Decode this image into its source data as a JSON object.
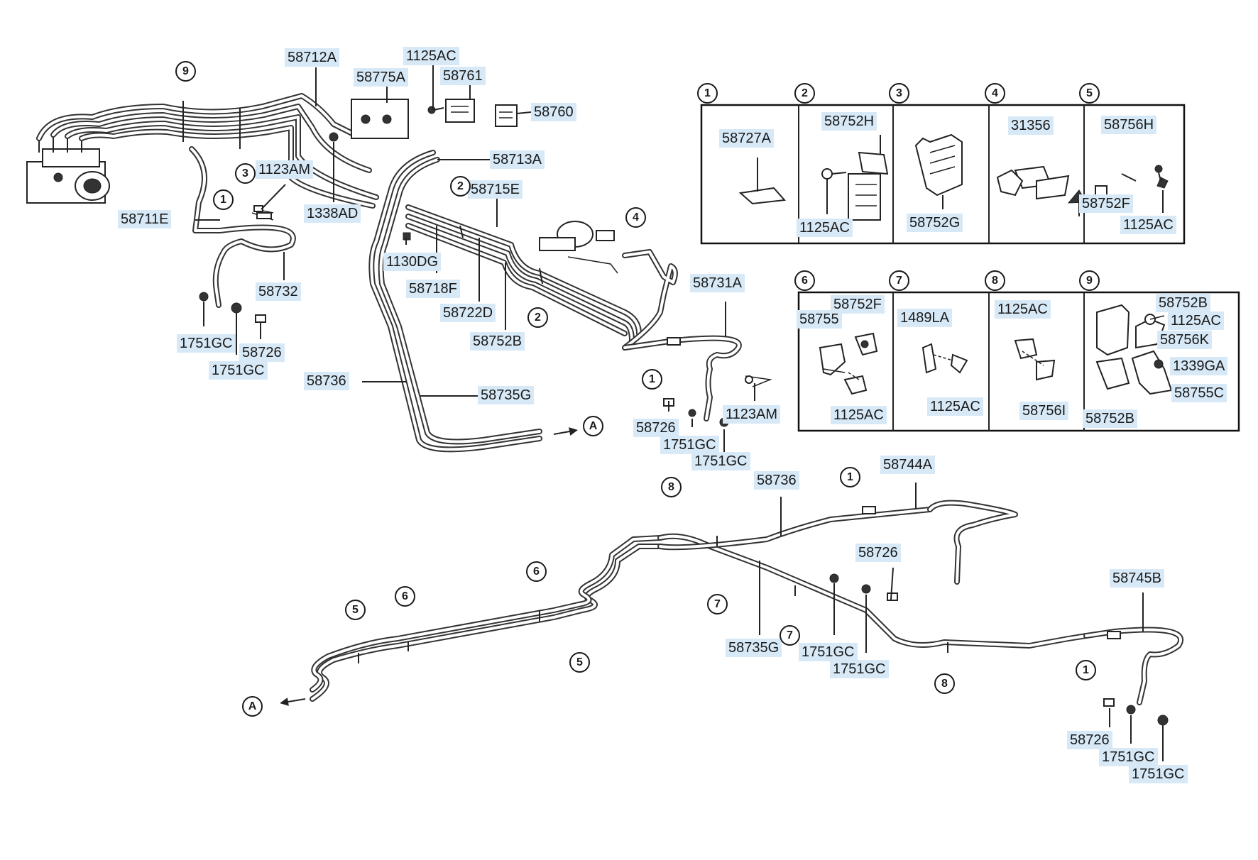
{
  "part_labels": [
    {
      "id": "p01",
      "text": "58712A"
    },
    {
      "id": "p02",
      "text": "1125AC"
    },
    {
      "id": "p03",
      "text": "58775A"
    },
    {
      "id": "p04",
      "text": "58761"
    },
    {
      "id": "p05",
      "text": "58760"
    },
    {
      "id": "p06",
      "text": "58713A"
    },
    {
      "id": "p07",
      "text": "1123AM"
    },
    {
      "id": "p08",
      "text": "58711E"
    },
    {
      "id": "p09",
      "text": "1338AD"
    },
    {
      "id": "p10",
      "text": "58715E"
    },
    {
      "id": "p11",
      "text": "1130DG"
    },
    {
      "id": "p12",
      "text": "58718F"
    },
    {
      "id": "p13",
      "text": "58722D"
    },
    {
      "id": "p14",
      "text": "58752B"
    },
    {
      "id": "p15",
      "text": "58732"
    },
    {
      "id": "p16",
      "text": "1751GC"
    },
    {
      "id": "p17",
      "text": "58726"
    },
    {
      "id": "p18",
      "text": "1751GC"
    },
    {
      "id": "p19",
      "text": "58736"
    },
    {
      "id": "p20",
      "text": "58735G"
    },
    {
      "id": "p21",
      "text": "58731A"
    },
    {
      "id": "p22",
      "text": "58726"
    },
    {
      "id": "p23",
      "text": "1751GC"
    },
    {
      "id": "p24",
      "text": "1123AM"
    },
    {
      "id": "p25",
      "text": "1751GC"
    },
    {
      "id": "p26",
      "text": "58736"
    },
    {
      "id": "p27",
      "text": "58744A"
    },
    {
      "id": "p28",
      "text": "58726"
    },
    {
      "id": "p29",
      "text": "58745B"
    },
    {
      "id": "p30",
      "text": "58735G"
    },
    {
      "id": "p31",
      "text": "1751GC"
    },
    {
      "id": "p32",
      "text": "1751GC"
    },
    {
      "id": "p33",
      "text": "58726"
    },
    {
      "id": "p34",
      "text": "1751GC"
    },
    {
      "id": "p35",
      "text": "1751GC"
    },
    {
      "id": "b01",
      "text": "58727A"
    },
    {
      "id": "b02",
      "text": "58752H"
    },
    {
      "id": "b03",
      "text": "1125AC"
    },
    {
      "id": "b04",
      "text": "58752G"
    },
    {
      "id": "b05",
      "text": "31356"
    },
    {
      "id": "b06",
      "text": "58756H"
    },
    {
      "id": "b07",
      "text": "58752F"
    },
    {
      "id": "b08",
      "text": "1125AC"
    },
    {
      "id": "b09",
      "text": "58752F"
    },
    {
      "id": "b10",
      "text": "58755"
    },
    {
      "id": "b11",
      "text": "1125AC"
    },
    {
      "id": "b12",
      "text": "1489LA"
    },
    {
      "id": "b13",
      "text": "1125AC"
    },
    {
      "id": "b14",
      "text": "1125AC"
    },
    {
      "id": "b15",
      "text": "58756I"
    },
    {
      "id": "b16",
      "text": "58752B"
    },
    {
      "id": "b17",
      "text": "1125AC"
    },
    {
      "id": "b18",
      "text": "58756K"
    },
    {
      "id": "b19",
      "text": "1339GA"
    },
    {
      "id": "b20",
      "text": "58755C"
    },
    {
      "id": "b21",
      "text": "58752B"
    }
  ],
  "callouts": [
    {
      "id": "c01",
      "text": "9"
    },
    {
      "id": "c02",
      "text": "3"
    },
    {
      "id": "c03",
      "text": "1"
    },
    {
      "id": "c04",
      "text": "2"
    },
    {
      "id": "c05",
      "text": "2"
    },
    {
      "id": "c06",
      "text": "4"
    },
    {
      "id": "c07",
      "text": "1"
    },
    {
      "id": "c08",
      "text": "A"
    },
    {
      "id": "c09",
      "text": "8"
    },
    {
      "id": "c10",
      "text": "1"
    },
    {
      "id": "c11",
      "text": "6"
    },
    {
      "id": "c12",
      "text": "6"
    },
    {
      "id": "c13",
      "text": "5"
    },
    {
      "id": "c14",
      "text": "5"
    },
    {
      "id": "c15",
      "text": "7"
    },
    {
      "id": "c16",
      "text": "7"
    },
    {
      "id": "c17",
      "text": "8"
    },
    {
      "id": "c18",
      "text": "1"
    },
    {
      "id": "c19",
      "text": "A"
    }
  ],
  "detail_panels": [
    {
      "id": "d1",
      "number": "1"
    },
    {
      "id": "d2",
      "number": "2"
    },
    {
      "id": "d3",
      "number": "3"
    },
    {
      "id": "d4",
      "number": "4"
    },
    {
      "id": "d5",
      "number": "5"
    },
    {
      "id": "d6",
      "number": "6"
    },
    {
      "id": "d7",
      "number": "7"
    },
    {
      "id": "d8",
      "number": "8"
    },
    {
      "id": "d9",
      "number": "9"
    }
  ]
}
